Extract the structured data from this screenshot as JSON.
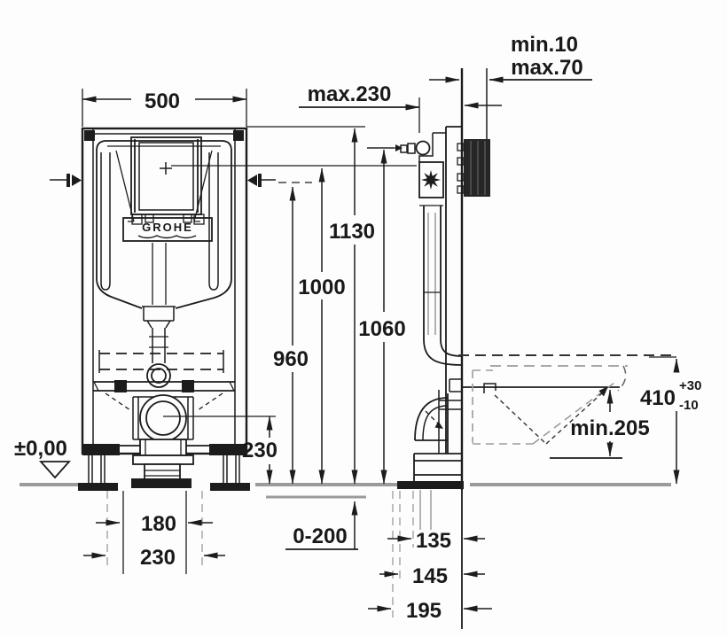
{
  "diagram": {
    "title": "wall-mounted-wc-frame-installation-drawing",
    "brand": "GROHE",
    "colors": {
      "line": "#1c1c1c",
      "gray": "#9b9b9b",
      "background": "#fdfdfd"
    },
    "dimensions": {
      "frame_width": "500",
      "frame_depth_max": "max.230",
      "wall_cover_min": "min.10",
      "wall_cover_max": "max.70",
      "frame_height": "1130",
      "actuator_height": "1000",
      "water_connection_height": "960",
      "valve_height": "1060",
      "outlet_center_height": "230",
      "floor_level": "±0,00",
      "feet_span_inner": "180",
      "feet_span_outer": "230",
      "foot_adjust_range": "0-200",
      "drain_offset_1": "135",
      "drain_offset_2": "145",
      "drain_offset_3": "195",
      "bowl_rim_height": "410",
      "bowl_rim_tol_plus": "+30",
      "bowl_rim_tol_minus": "-10",
      "bowl_clearance": "min.205"
    }
  }
}
